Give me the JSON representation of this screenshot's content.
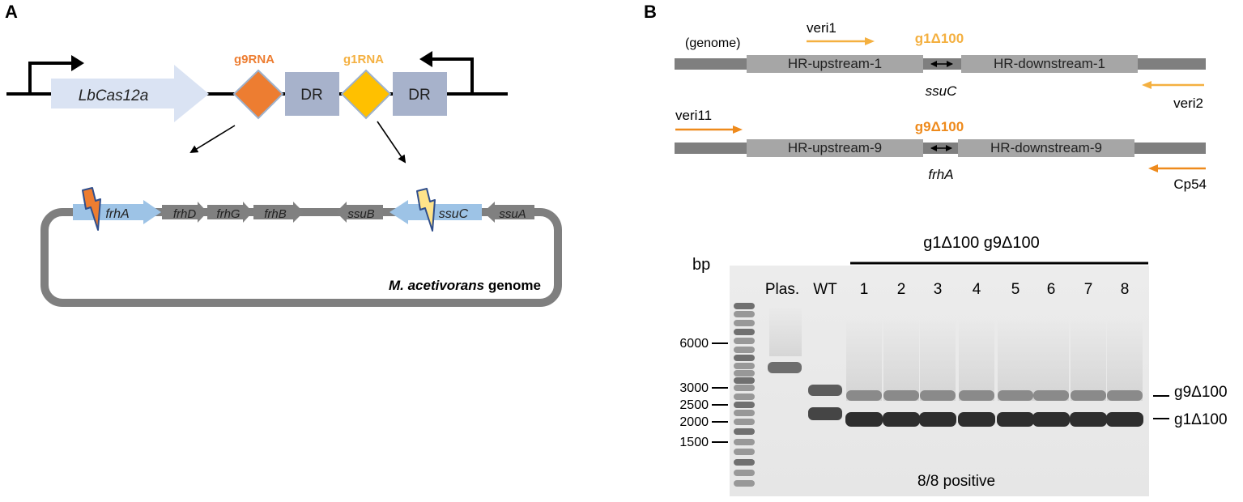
{
  "panels": {
    "a_label": "A",
    "b_label": "B"
  },
  "panel_a": {
    "cas_label": "LbCas12a",
    "g9_label": "g9RNA",
    "g1_label": "g1RNA",
    "dr1_label": "DR",
    "dr2_label": "DR",
    "genome_caption_italic": "M. acetivorans",
    "genome_caption_rest": "genome",
    "genes": [
      {
        "name": "frhA"
      },
      {
        "name": "frhD"
      },
      {
        "name": "frhG"
      },
      {
        "name": "frhB"
      },
      {
        "name": "ssuB"
      },
      {
        "name": "ssuC"
      },
      {
        "name": "ssuA"
      }
    ]
  },
  "panel_b": {
    "genome_label": "(genome)",
    "row1": {
      "title": "g1Δ100",
      "upstream": "HR-upstream-1",
      "downstream": "HR-downstream-1",
      "gene": "ssuC",
      "fwd_primer": "veri1",
      "rev_primer": "veri2"
    },
    "row2": {
      "title": "g9Δ100",
      "upstream": "HR-upstream-9",
      "downstream": "HR-downstream-9",
      "gene": "frhA",
      "fwd_primer": "veri11",
      "rev_primer": "Cp54"
    },
    "gel": {
      "bp_label": "bp",
      "group_label": "g1Δ100 g9Δ100",
      "lanes": [
        "Plas.",
        "WT",
        "1",
        "2",
        "3",
        "4",
        "5",
        "6",
        "7",
        "8"
      ],
      "markers": [
        "6000",
        "3000",
        "2500",
        "2000",
        "1500"
      ],
      "band_labels": [
        "g9Δ100",
        "g1Δ100"
      ],
      "result": "8/8 positive"
    }
  },
  "colors": {
    "g9_orange": "#ED7D31",
    "g1_yellow": "#FFC000",
    "primer_light": "#F4B040",
    "primer_dark": "#EE8A1C",
    "dr_blue": "#A7B2CB",
    "gene_blue": "#9DC3E6",
    "cas_blue": "#DAE3F3",
    "genome_gray": "#7F7F7F"
  }
}
